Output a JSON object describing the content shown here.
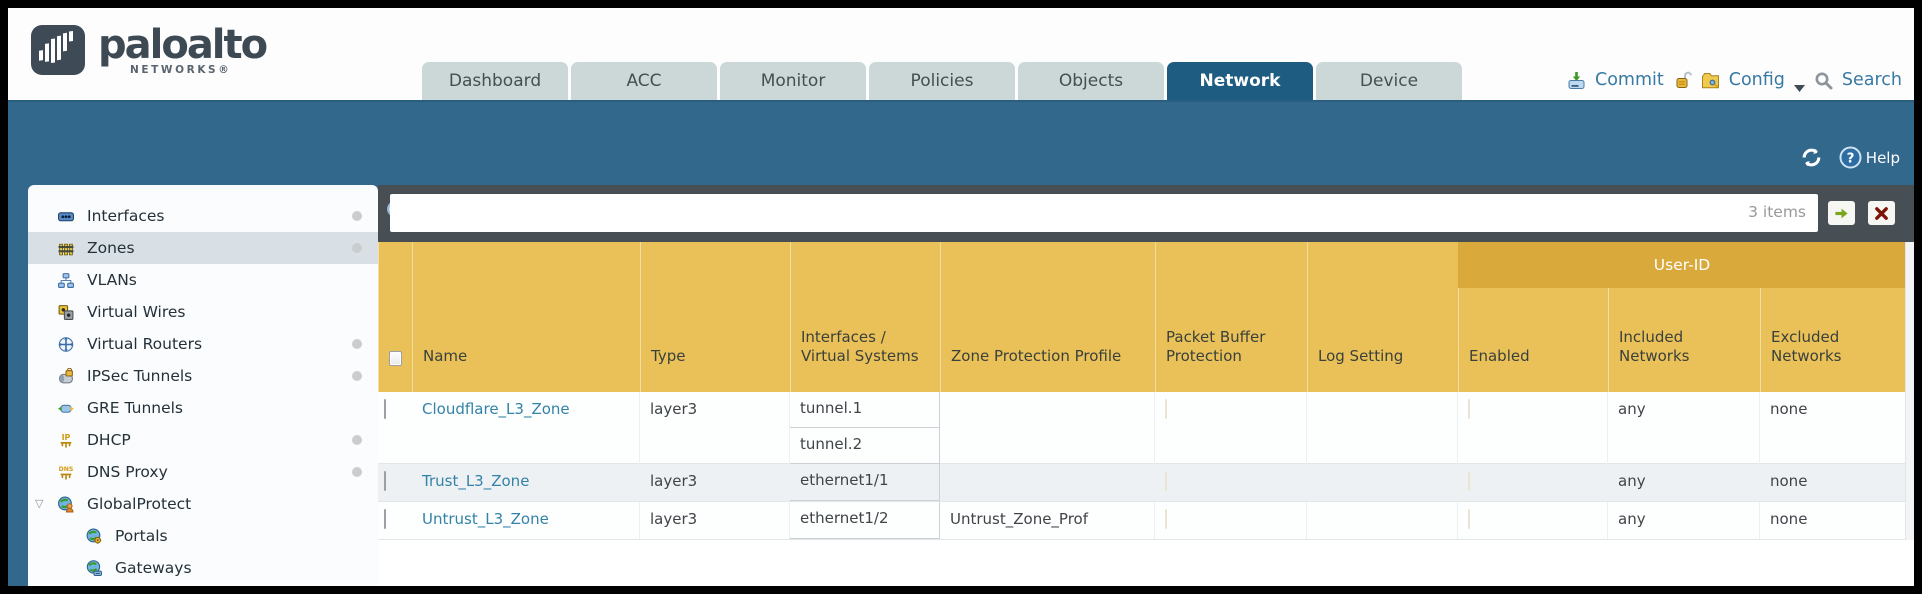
{
  "brand": {
    "name": "paloalto",
    "sub": "NETWORKS®"
  },
  "nav": {
    "active_tab": "Network",
    "tabs": [
      {
        "label": "Dashboard"
      },
      {
        "label": "ACC"
      },
      {
        "label": "Monitor"
      },
      {
        "label": "Policies"
      },
      {
        "label": "Objects"
      },
      {
        "label": "Network"
      },
      {
        "label": "Device"
      }
    ]
  },
  "header_actions": {
    "commit_label": "Commit",
    "config_label": "Config",
    "search_label": "Search"
  },
  "band": {
    "help_label": "Help"
  },
  "toolbar": {
    "filter_value": "",
    "items_count": "3 items"
  },
  "sidebar": {
    "items": [
      {
        "label": "Interfaces",
        "icon": "interfaces-icon",
        "dot": true,
        "selected": false,
        "child": false,
        "expander": false
      },
      {
        "label": "Zones",
        "icon": "zones-icon",
        "dot": true,
        "selected": true,
        "child": false,
        "expander": false
      },
      {
        "label": "VLANs",
        "icon": "vlans-icon",
        "dot": false,
        "selected": false,
        "child": false,
        "expander": false
      },
      {
        "label": "Virtual Wires",
        "icon": "virtual-wires-icon",
        "dot": false,
        "selected": false,
        "child": false,
        "expander": false
      },
      {
        "label": "Virtual Routers",
        "icon": "virtual-routers-icon",
        "dot": true,
        "selected": false,
        "child": false,
        "expander": false
      },
      {
        "label": "IPSec Tunnels",
        "icon": "ipsec-tunnels-icon",
        "dot": true,
        "selected": false,
        "child": false,
        "expander": false
      },
      {
        "label": "GRE Tunnels",
        "icon": "gre-tunnels-icon",
        "dot": false,
        "selected": false,
        "child": false,
        "expander": false
      },
      {
        "label": "DHCP",
        "icon": "dhcp-icon",
        "dot": true,
        "selected": false,
        "child": false,
        "expander": false
      },
      {
        "label": "DNS Proxy",
        "icon": "dns-proxy-icon",
        "dot": true,
        "selected": false,
        "child": false,
        "expander": false
      },
      {
        "label": "GlobalProtect",
        "icon": "globalprotect-icon",
        "dot": false,
        "selected": false,
        "child": false,
        "expander": true
      },
      {
        "label": "Portals",
        "icon": "portals-icon",
        "dot": false,
        "selected": false,
        "child": true,
        "expander": false
      },
      {
        "label": "Gateways",
        "icon": "gateways-icon",
        "dot": false,
        "selected": false,
        "child": true,
        "expander": false
      }
    ]
  },
  "table": {
    "group_header": "User-ID",
    "columns": [
      {
        "label": "Name"
      },
      {
        "label": "Type"
      },
      {
        "label": "Interfaces / Virtual Systems"
      },
      {
        "label": "Zone Protection Profile"
      },
      {
        "label": "Packet Buffer Protection"
      },
      {
        "label": "Log Setting"
      },
      {
        "label": "Enabled"
      },
      {
        "label": "Included Networks"
      },
      {
        "label": "Excluded Networks"
      }
    ],
    "rows": [
      {
        "name": "Cloudflare_L3_Zone",
        "type": "layer3",
        "interfaces": [
          "tunnel.1",
          "tunnel.2"
        ],
        "zone_protection_profile": "",
        "packet_buffer_protection": false,
        "log_setting": "",
        "enabled": false,
        "included_networks": "any",
        "excluded_networks": "none"
      },
      {
        "name": "Trust_L3_Zone",
        "type": "layer3",
        "interfaces": [
          "ethernet1/1"
        ],
        "zone_protection_profile": "",
        "packet_buffer_protection": false,
        "log_setting": "",
        "enabled": false,
        "included_networks": "any",
        "excluded_networks": "none"
      },
      {
        "name": "Untrust_L3_Zone",
        "type": "layer3",
        "interfaces": [
          "ethernet1/2"
        ],
        "zone_protection_profile": "Untrust_Zone_Prof",
        "packet_buffer_protection": false,
        "log_setting": "",
        "enabled": false,
        "included_networks": "any",
        "excluded_networks": "none"
      }
    ]
  },
  "colors": {
    "accent_teal": "#31688C",
    "active_tab": "#1F5C82",
    "header_amber": "#EAC158",
    "group_band_amber": "#D9A93C",
    "link": "#3382A8",
    "filter_strip": "#474E54"
  }
}
